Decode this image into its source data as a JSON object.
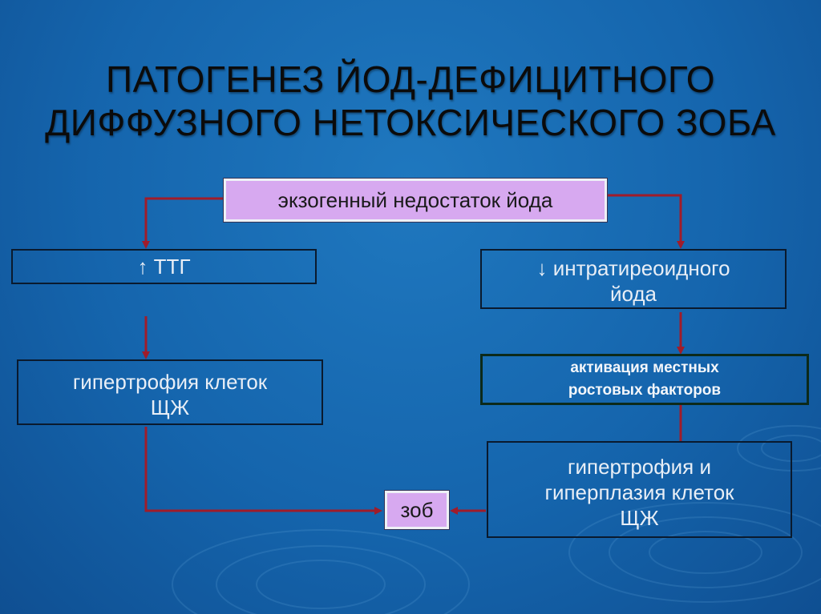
{
  "title": {
    "line1": "ПАТОГЕНЕЗ ЙОД-ДЕФИЦИТНОГО",
    "line2": "ДИФФУЗНОГО НЕТОКСИЧЕСКОГО ЗОБА"
  },
  "nodes": {
    "deficiency": "экзогенный недостаток йода",
    "ttg": "↑ ТТГ",
    "iodine_line1": "↓ интратиреоидного",
    "iodine_line2": "йода",
    "hypertrophy_line1": "гипертрофия клеток",
    "hypertrophy_line2": "ЩЖ",
    "activation_line1": "активация местных",
    "activation_line2": "ростовых факторов",
    "hyperplasia_line1": "гипертрофия и",
    "hyperplasia_line2": "гиперплазия клеток",
    "hyperplasia_line3": "ЩЖ",
    "goiter": "зоб"
  },
  "colors": {
    "background": "#1565ad",
    "arrow": "#a01c2a",
    "highlight_box": "#d7a9f0",
    "box_border": "#0a1a2e"
  }
}
